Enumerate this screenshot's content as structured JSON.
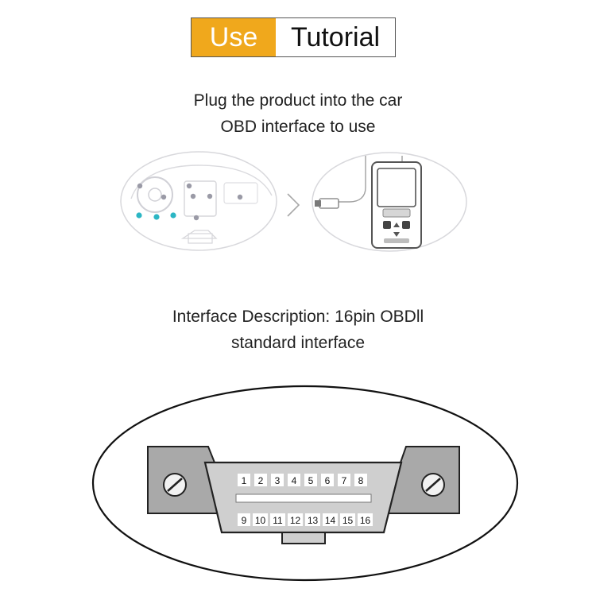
{
  "header": {
    "tag_label": "Use",
    "title": "Tutorial"
  },
  "step_usage": {
    "line1": "Plug the product into the car",
    "line2": "OBD interface to use"
  },
  "step_interface": {
    "line1": "Interface Description: 16pin OBDll",
    "line2": "standard interface"
  },
  "connector": {
    "top_row_pins": [
      "1",
      "2",
      "3",
      "4",
      "5",
      "6",
      "7",
      "8"
    ],
    "bottom_row_pins": [
      "9",
      "10",
      "11",
      "12",
      "13",
      "14",
      "15",
      "16"
    ]
  },
  "colors": {
    "accent": "#f0a81c",
    "port_highlight": "#2cb6c4",
    "port_marker": "#9a9aa6",
    "connector_plate": "#a9a9a9",
    "connector_body": "#cfcfcf"
  },
  "icons": {
    "arrow": "chevron-right-icon",
    "car_interior": "car-dashboard-icon",
    "scanner": "obd-scanner-icon"
  }
}
